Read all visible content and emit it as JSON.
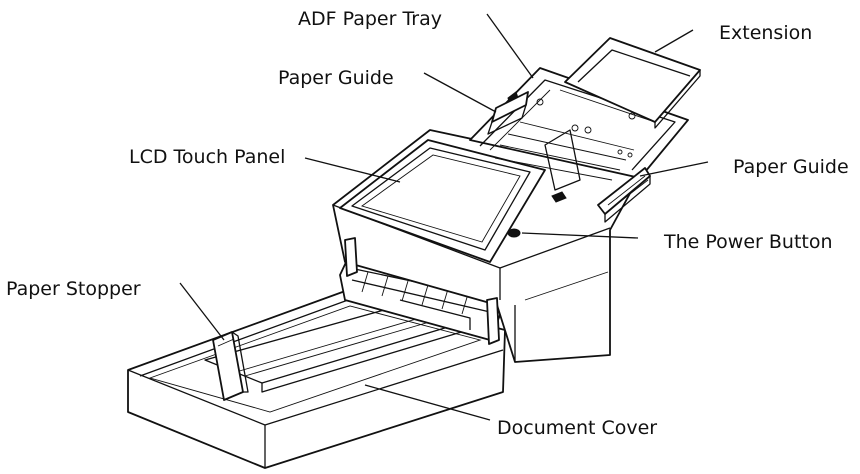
{
  "callouts": {
    "adf_paper_tray": "ADF Paper Tray",
    "extension": "Extension",
    "paper_guide_top": "Paper Guide",
    "paper_guide_right": "Paper Guide",
    "lcd_touch_panel": "LCD Touch Panel",
    "power_button": "The Power Button",
    "paper_stopper": "Paper Stopper",
    "document_cover": "Document Cover"
  }
}
